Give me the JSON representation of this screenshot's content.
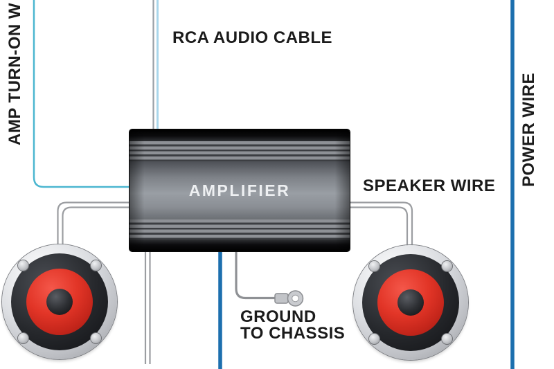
{
  "diagram": {
    "labels": {
      "amp_turn_on_wire": "AMP TURN-ON W",
      "rca_audio_cable": "RCA AUDIO CABLE",
      "amplifier": "AMPLIFIER",
      "speaker_wire": "SPEAKER WIRE",
      "power_wire": "POWER WIRE",
      "ground_line1": "GROUND",
      "ground_line2": "TO CHASSIS"
    },
    "colors": {
      "turn_on_wire_cyan": "#4bb6d0",
      "rca_wire_gray": "#9aa0a6",
      "rca_wire_blue": "#a9d6eb",
      "speaker_wire_gray": "#9b9da1",
      "power_wire_blue": "#1c6fae",
      "ground_wire_gray": "#8f9195",
      "label_text": "#1b1b1b",
      "speaker_cone_red": "#d92e20"
    }
  }
}
